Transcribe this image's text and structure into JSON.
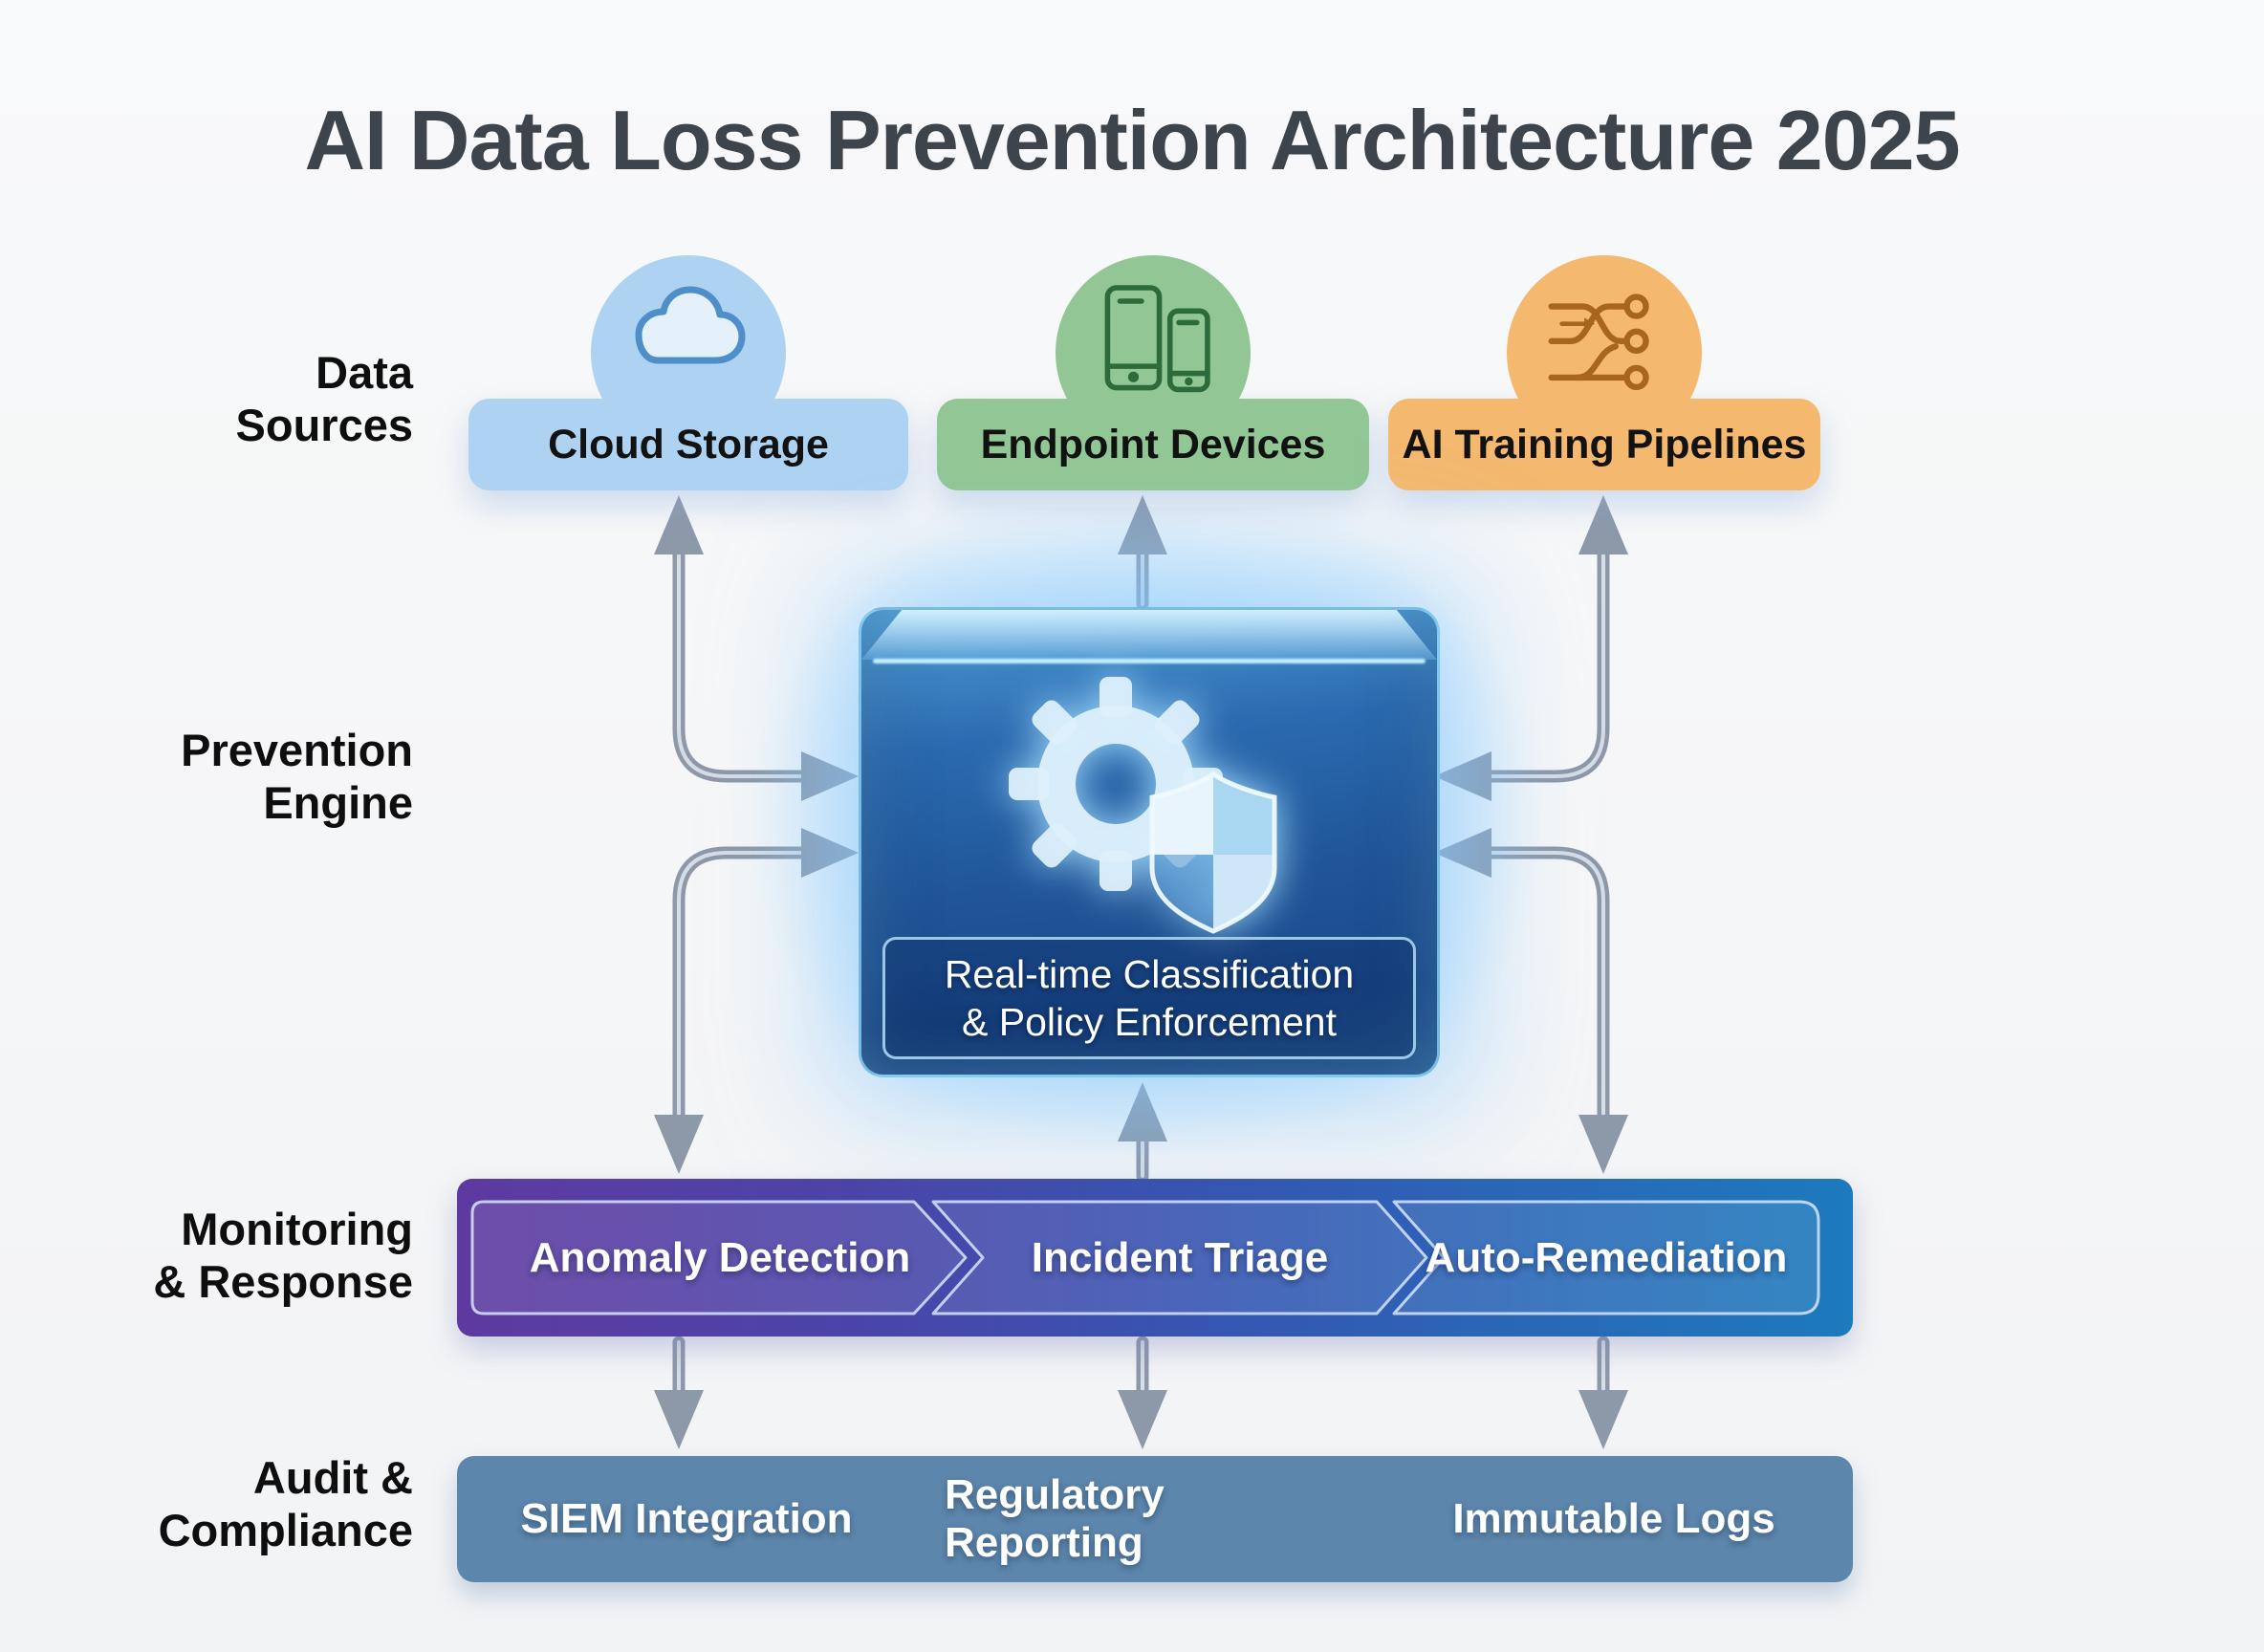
{
  "title": "AI Data Loss Prevention Architecture 2025",
  "row_labels": {
    "data_sources": [
      "Data",
      "Sources"
    ],
    "prevention_engine": [
      "Prevention",
      "Engine"
    ],
    "monitoring_response": [
      "Monitoring",
      "& Response"
    ],
    "audit_compliance": [
      "Audit &",
      "Compliance"
    ]
  },
  "data_sources": [
    {
      "label": "Cloud Storage",
      "icon": "cloud-icon",
      "color": "#aed3f2"
    },
    {
      "label": "Endpoint Devices",
      "icon": "devices-icon",
      "color": "#92c795"
    },
    {
      "label": "AI Training Pipelines",
      "icon": "pipeline-icon",
      "color": "#f4b96e"
    }
  ],
  "prevention_engine": {
    "label_lines": [
      "Real-time Classification",
      "& Policy Enforcement"
    ],
    "icon": "gear-shield-icon"
  },
  "monitoring_response": {
    "stages": [
      "Anomaly Detection",
      "Incident Triage",
      "Auto-Remediation"
    ]
  },
  "audit_compliance": {
    "items": [
      "SIEM Integration",
      "Regulatory Reporting",
      "Immutable Logs"
    ]
  },
  "colors": {
    "cloud_box": "#aed3f2",
    "endpoint_box": "#92c795",
    "pipeline_box": "#f4b96e",
    "engine_blue": "#1f5496",
    "monitoring_gradient_left": "#5e3aa0",
    "monitoring_gradient_right": "#1d7abc",
    "audit_bar": "#5d86ac",
    "arrow_gray": "#8d98a9",
    "title_text": "#3e444c"
  }
}
